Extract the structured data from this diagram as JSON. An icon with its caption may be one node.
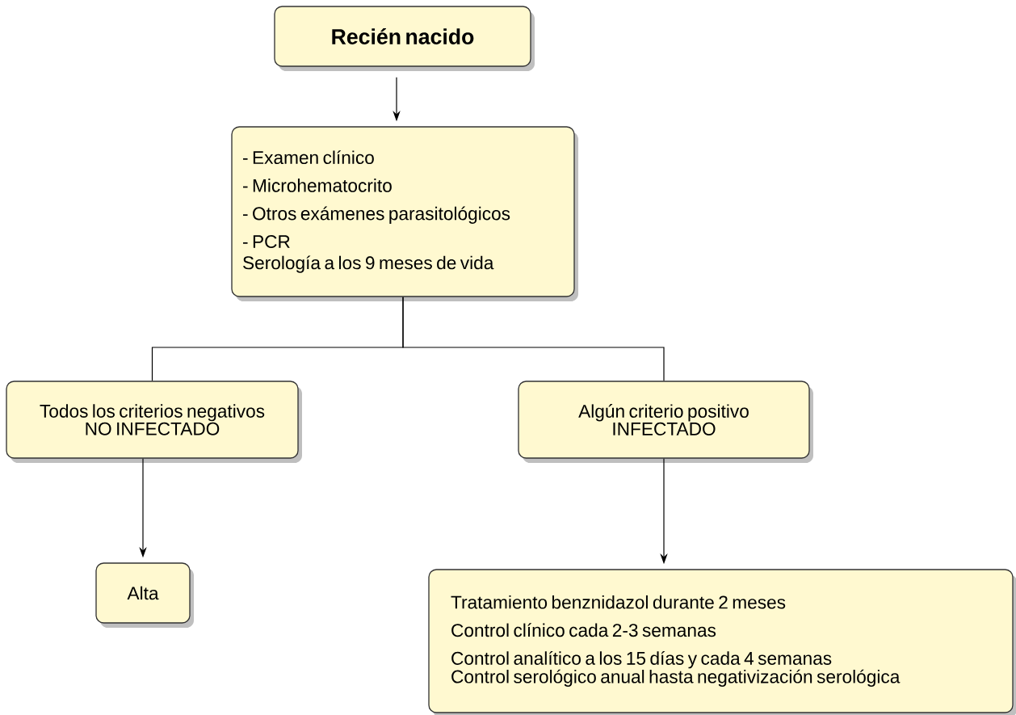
{
  "diagram": {
    "nodes": [
      {
        "text": [
          "Recién nacido"
        ]
      },
      {
        "text": [
          "- Examen clínico",
          "- Microhematocrito",
          "- Otros exámenes parasitológicos",
          "- PCR",
          "Serología a los 9 meses de vida"
        ]
      },
      {
        "text": [
          "Todos los criterios negativos",
          "NO INFECTADO"
        ]
      },
      {
        "text": [
          "Algún criterio positivo",
          "INFECTADO"
        ]
      },
      {
        "text": [
          "Alta"
        ]
      },
      {
        "text": [
          "Tratamiento benznidazol durante 2 meses",
          "Control clínico cada 2-3 semanas",
          "Control analítico a los 15 días y cada 4 semanas",
          "Control serológico anual hasta negativización serológica"
        ]
      }
    ],
    "edges": [
      {
        "from": 0,
        "to": 1,
        "arrow": "to"
      },
      {
        "from": 1,
        "to": 2,
        "arrow": "none"
      },
      {
        "from": 1,
        "to": 3,
        "arrow": "none"
      },
      {
        "from": 2,
        "to": 4,
        "arrow": "to"
      },
      {
        "from": 3,
        "to": 5,
        "arrow": "to"
      }
    ]
  }
}
